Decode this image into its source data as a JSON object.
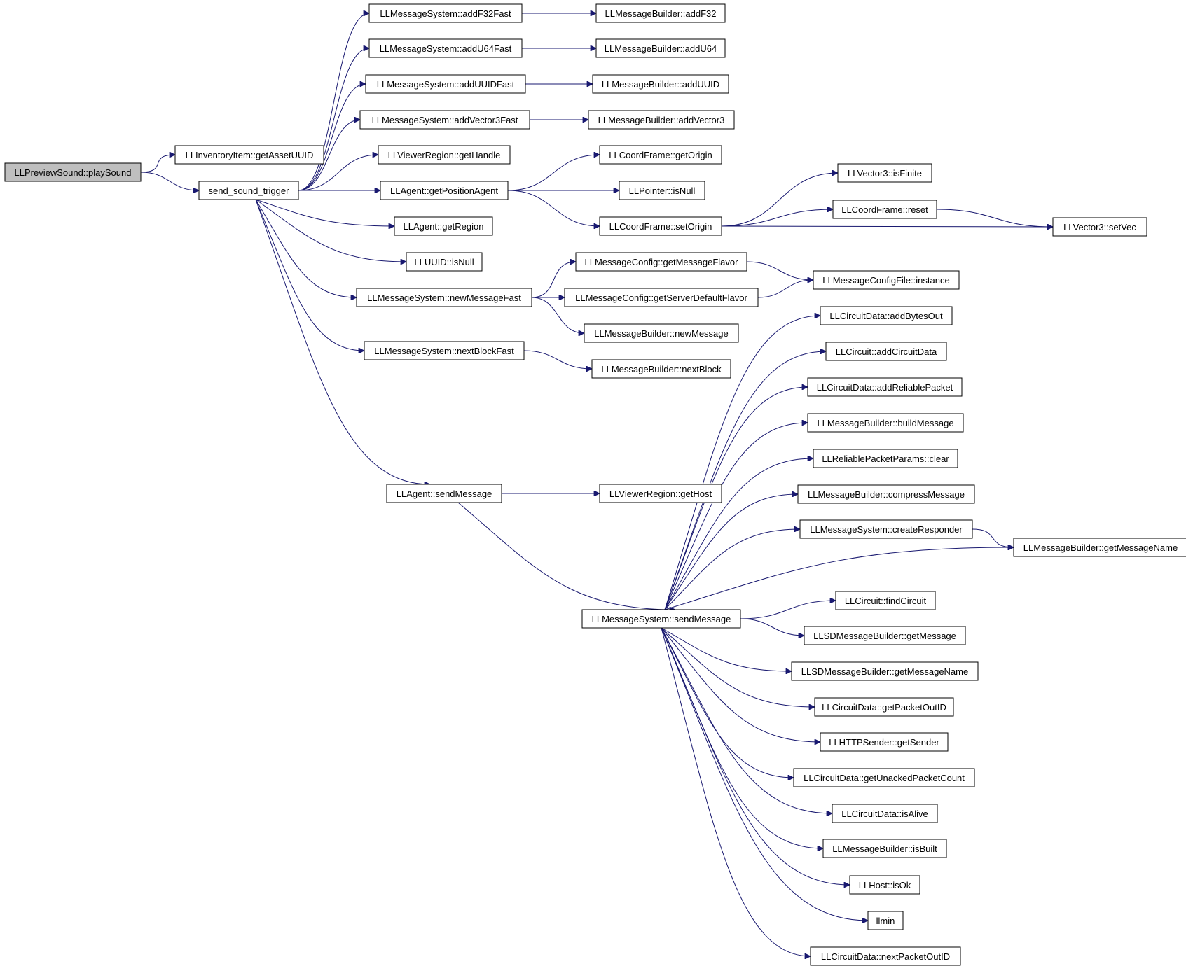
{
  "diagram": {
    "title": "",
    "colors": {
      "edge": "#191970",
      "root_fill": "#bfbfbf",
      "truncated_border": "#ff0000",
      "node_border": "#000000"
    },
    "nodes": [
      {
        "id": "root",
        "label": "LLPreviewSound::playSound",
        "kind": "root"
      },
      {
        "id": "getAssetUUID",
        "label": "LLInventoryItem::getAssetUUID"
      },
      {
        "id": "send_sound_trigger",
        "label": "send_sound_trigger"
      },
      {
        "id": "addF32Fast",
        "label": "LLMessageSystem::addF32Fast"
      },
      {
        "id": "addU64Fast",
        "label": "LLMessageSystem::addU64Fast"
      },
      {
        "id": "addUUIDFast",
        "label": "LLMessageSystem::addUUIDFast"
      },
      {
        "id": "addVector3Fast",
        "label": "LLMessageSystem::addVector3Fast"
      },
      {
        "id": "getHandle",
        "label": "LLViewerRegion::getHandle"
      },
      {
        "id": "getPositionAgent",
        "label": "LLAgent::getPositionAgent"
      },
      {
        "id": "getRegion",
        "label": "LLAgent::getRegion"
      },
      {
        "id": "uuidIsNull",
        "label": "LLUUID::isNull"
      },
      {
        "id": "newMessageFast",
        "label": "LLMessageSystem::newMessageFast"
      },
      {
        "id": "nextBlockFast",
        "label": "LLMessageSystem::nextBlockFast"
      },
      {
        "id": "agentSendMessage",
        "label": "LLAgent::sendMessage"
      },
      {
        "id": "addF32",
        "label": "LLMessageBuilder::addF32"
      },
      {
        "id": "addU64",
        "label": "LLMessageBuilder::addU64"
      },
      {
        "id": "addUUID",
        "label": "LLMessageBuilder::addUUID"
      },
      {
        "id": "addVector3",
        "label": "LLMessageBuilder::addVector3"
      },
      {
        "id": "getOrigin",
        "label": "LLCoordFrame::getOrigin"
      },
      {
        "id": "pointerIsNull",
        "label": "LLPointer::isNull"
      },
      {
        "id": "setOrigin",
        "label": "LLCoordFrame::setOrigin"
      },
      {
        "id": "getMessageFlavor",
        "label": "LLMessageConfig::getMessageFlavor"
      },
      {
        "id": "getServerDefaultFlavor",
        "label": "LLMessageConfig::getServerDefaultFlavor"
      },
      {
        "id": "newMessage",
        "label": "LLMessageBuilder::newMessage"
      },
      {
        "id": "nextBlock",
        "label": "LLMessageBuilder::nextBlock"
      },
      {
        "id": "getHost",
        "label": "LLViewerRegion::getHost"
      },
      {
        "id": "msSendMessage",
        "label": "LLMessageSystem::sendMessage",
        "kind": "truncated"
      },
      {
        "id": "isFinite",
        "label": "LLVector3::isFinite"
      },
      {
        "id": "reset",
        "label": "LLCoordFrame::reset",
        "kind": "truncated"
      },
      {
        "id": "setVec",
        "label": "LLVector3::setVec"
      },
      {
        "id": "configInstance",
        "label": "LLMessageConfigFile::instance",
        "kind": "truncated"
      },
      {
        "id": "addBytesOut",
        "label": "LLCircuitData::addBytesOut"
      },
      {
        "id": "addCircuitData",
        "label": "LLCircuit::addCircuitData"
      },
      {
        "id": "addReliablePacket",
        "label": "LLCircuitData::addReliablePacket"
      },
      {
        "id": "buildMessage",
        "label": "LLMessageBuilder::buildMessage"
      },
      {
        "id": "rppClear",
        "label": "LLReliablePacketParams::clear",
        "kind": "truncated"
      },
      {
        "id": "compressMessage",
        "label": "LLMessageBuilder::compressMessage"
      },
      {
        "id": "createResponder",
        "label": "LLMessageSystem::createResponder"
      },
      {
        "id": "getMessageName",
        "label": "LLMessageBuilder::getMessageName"
      },
      {
        "id": "findCircuit",
        "label": "LLCircuit::findCircuit"
      },
      {
        "id": "sdGetMessage",
        "label": "LLSDMessageBuilder::getMessage"
      },
      {
        "id": "sdGetMessageName",
        "label": "LLSDMessageBuilder::getMessageName"
      },
      {
        "id": "getPacketOutID",
        "label": "LLCircuitData::getPacketOutID"
      },
      {
        "id": "getSender",
        "label": "LLHTTPSender::getSender"
      },
      {
        "id": "getUnackedPacketCount",
        "label": "LLCircuitData::getUnackedPacketCount"
      },
      {
        "id": "isAlive",
        "label": "LLCircuitData::isAlive"
      },
      {
        "id": "isBuilt",
        "label": "LLMessageBuilder::isBuilt"
      },
      {
        "id": "hostIsOk",
        "label": "LLHost::isOk"
      },
      {
        "id": "llmin",
        "label": "llmin"
      },
      {
        "id": "nextPacketOutID",
        "label": "LLCircuitData::nextPacketOutID"
      }
    ],
    "edges": [
      [
        "root",
        "getAssetUUID"
      ],
      [
        "root",
        "send_sound_trigger"
      ],
      [
        "send_sound_trigger",
        "addF32Fast"
      ],
      [
        "send_sound_trigger",
        "addU64Fast"
      ],
      [
        "send_sound_trigger",
        "addUUIDFast"
      ],
      [
        "send_sound_trigger",
        "addVector3Fast"
      ],
      [
        "send_sound_trigger",
        "getHandle"
      ],
      [
        "send_sound_trigger",
        "getPositionAgent"
      ],
      [
        "send_sound_trigger",
        "getRegion"
      ],
      [
        "send_sound_trigger",
        "uuidIsNull"
      ],
      [
        "send_sound_trigger",
        "newMessageFast"
      ],
      [
        "send_sound_trigger",
        "nextBlockFast"
      ],
      [
        "send_sound_trigger",
        "agentSendMessage"
      ],
      [
        "addF32Fast",
        "addF32"
      ],
      [
        "addU64Fast",
        "addU64"
      ],
      [
        "addUUIDFast",
        "addUUID"
      ],
      [
        "addVector3Fast",
        "addVector3"
      ],
      [
        "getPositionAgent",
        "getOrigin"
      ],
      [
        "getPositionAgent",
        "pointerIsNull"
      ],
      [
        "getPositionAgent",
        "setOrigin"
      ],
      [
        "setOrigin",
        "isFinite"
      ],
      [
        "setOrigin",
        "reset"
      ],
      [
        "setOrigin",
        "setVec"
      ],
      [
        "reset",
        "setVec"
      ],
      [
        "newMessageFast",
        "getMessageFlavor"
      ],
      [
        "newMessageFast",
        "getServerDefaultFlavor"
      ],
      [
        "newMessageFast",
        "newMessage"
      ],
      [
        "getMessageFlavor",
        "configInstance"
      ],
      [
        "getServerDefaultFlavor",
        "configInstance"
      ],
      [
        "nextBlockFast",
        "nextBlock"
      ],
      [
        "agentSendMessage",
        "getHost"
      ],
      [
        "agentSendMessage",
        "msSendMessage"
      ],
      [
        "msSendMessage",
        "addBytesOut"
      ],
      [
        "msSendMessage",
        "addCircuitData"
      ],
      [
        "msSendMessage",
        "addReliablePacket"
      ],
      [
        "msSendMessage",
        "buildMessage"
      ],
      [
        "msSendMessage",
        "rppClear"
      ],
      [
        "msSendMessage",
        "compressMessage"
      ],
      [
        "msSendMessage",
        "createResponder"
      ],
      [
        "msSendMessage",
        "getMessageName"
      ],
      [
        "msSendMessage",
        "findCircuit"
      ],
      [
        "msSendMessage",
        "sdGetMessage"
      ],
      [
        "msSendMessage",
        "sdGetMessageName"
      ],
      [
        "msSendMessage",
        "getPacketOutID"
      ],
      [
        "msSendMessage",
        "getSender"
      ],
      [
        "msSendMessage",
        "getUnackedPacketCount"
      ],
      [
        "msSendMessage",
        "isAlive"
      ],
      [
        "msSendMessage",
        "isBuilt"
      ],
      [
        "msSendMessage",
        "hostIsOk"
      ],
      [
        "msSendMessage",
        "llmin"
      ],
      [
        "msSendMessage",
        "nextPacketOutID"
      ],
      [
        "createResponder",
        "getMessageName"
      ]
    ]
  }
}
